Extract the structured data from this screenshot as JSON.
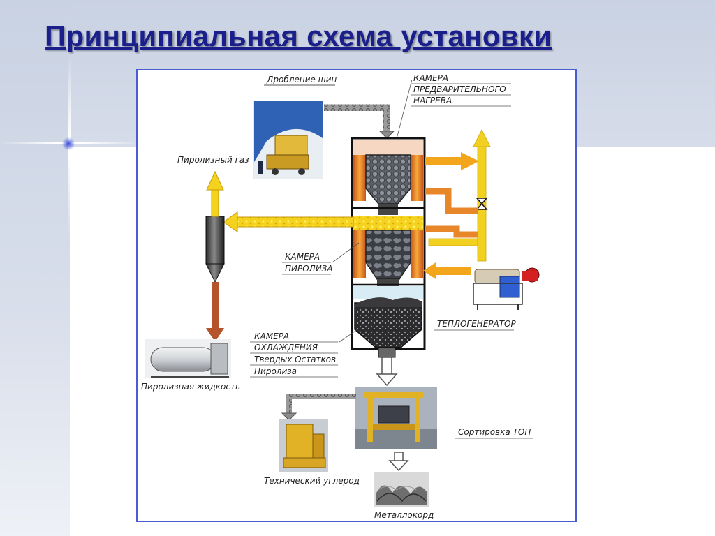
{
  "slide": {
    "title": "Принципиальная схема установки"
  },
  "diagram": {
    "labels": {
      "tire_crushing": "Дробление шин",
      "preheat_chamber": [
        "КАМЕРА",
        "ПРЕДВАРИТЕЛЬНОГО",
        "НАГРЕВА"
      ],
      "pyrolysis_gas": "Пиролизный газ",
      "pyrolysis_chamber": [
        "КАМЕРА",
        "ПИРОЛИЗА"
      ],
      "heat_generator": "ТЕПЛОГЕНЕРАТОР",
      "cooling_chamber": [
        "КАМЕРА",
        "ОХЛАЖДЕНИЯ",
        "Твердых Остатков",
        "Пиролиза"
      ],
      "pyrolysis_liquid": "Пиролизная жидкость",
      "sorting": "Сортировка ТОП",
      "carbon_black": "Технический углерод",
      "metal_cord": "Металлокорд"
    },
    "colors": {
      "frame": "#4b5bd0",
      "title": "#1a1f8c",
      "gas_flow": "#f2d020",
      "hot_flow": "#f3a51c",
      "liquid_flow": "#b5542a",
      "chamber_wall": "#e8862a",
      "conveyor": "#8c8c8c"
    }
  }
}
